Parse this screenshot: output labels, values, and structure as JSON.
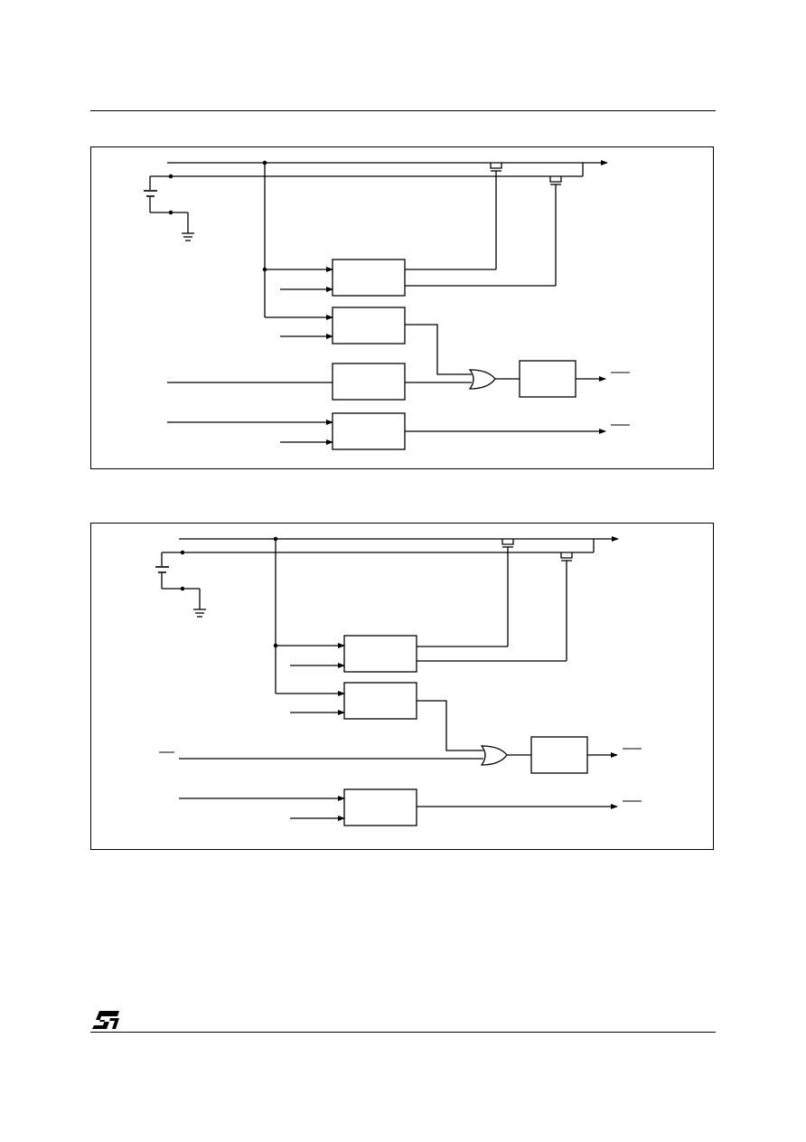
{
  "page": {
    "header_rule": true,
    "footer_rule": true
  },
  "logo": {
    "name": "st-logo",
    "text": "ST"
  },
  "diagrams": [
    {
      "name": "schematic-top",
      "blocks": [
        "",
        "",
        "",
        ""
      ],
      "gates": [
        "or-gate"
      ],
      "components": [
        "battery-icon",
        "ground-icon",
        "switch-transistor",
        "switch-transistor",
        "output-block"
      ]
    },
    {
      "name": "schematic-bottom",
      "blocks": [
        "",
        "",
        ""
      ],
      "gates": [
        "or-gate"
      ],
      "components": [
        "battery-icon",
        "ground-icon",
        "switch-transistor",
        "switch-transistor",
        "output-block"
      ]
    }
  ]
}
